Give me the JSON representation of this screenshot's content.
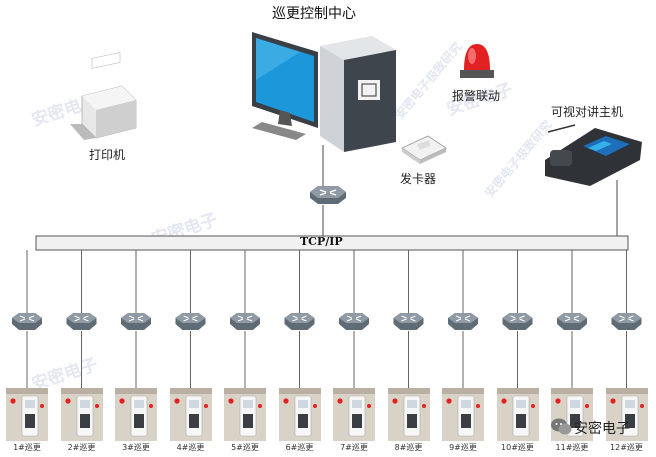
{
  "title": "巡更控制中心",
  "nodes": {
    "printer": "打印机",
    "alarm": "报警联动",
    "intercom": "可视对讲主机",
    "card_issuer": "发卡器",
    "bus": "TCP/IP"
  },
  "stations": [
    "1#巡更",
    "2#巡更",
    "3#巡更",
    "4#巡更",
    "5#巡更",
    "6#巡更",
    "7#巡更",
    "8#巡更",
    "9#巡更",
    "10#巡更",
    "11#巡更",
    "12#巡更"
  ],
  "watermark": {
    "brand": "安密电子",
    "slogan": "安密电子极致研究"
  },
  "logo_text": "安密电子",
  "colors": {
    "bus_fill": "#f1f1f1",
    "line": "#666666",
    "switch": "#5f6b75",
    "alarm": "#e22222",
    "screen": "#1c98da"
  }
}
